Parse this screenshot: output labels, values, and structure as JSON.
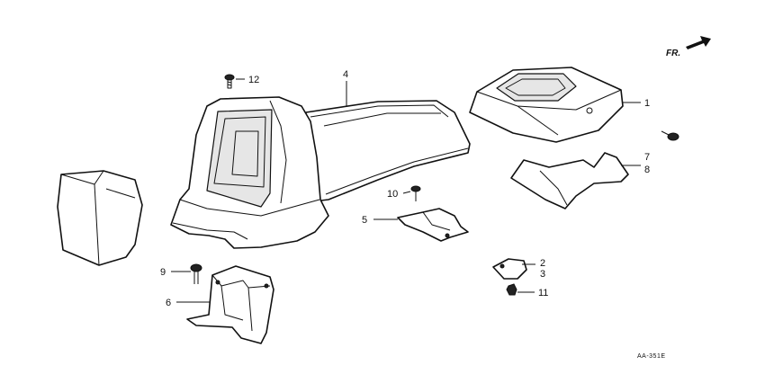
{
  "front_indicator": {
    "text": "FR.",
    "color": "#111111"
  },
  "diagram_code": "AA-351E",
  "callouts": [
    {
      "id": "c1",
      "text": "1"
    },
    {
      "id": "c2",
      "text": "2"
    },
    {
      "id": "c3",
      "text": "3"
    },
    {
      "id": "c4",
      "text": "4"
    },
    {
      "id": "c5",
      "text": "5"
    },
    {
      "id": "c6",
      "text": "6"
    },
    {
      "id": "c7",
      "text": "7"
    },
    {
      "id": "c8",
      "text": "8"
    },
    {
      "id": "c9",
      "text": "9"
    },
    {
      "id": "c10",
      "text": "10"
    },
    {
      "id": "c11",
      "text": "11"
    },
    {
      "id": "c12",
      "text": "12"
    }
  ]
}
